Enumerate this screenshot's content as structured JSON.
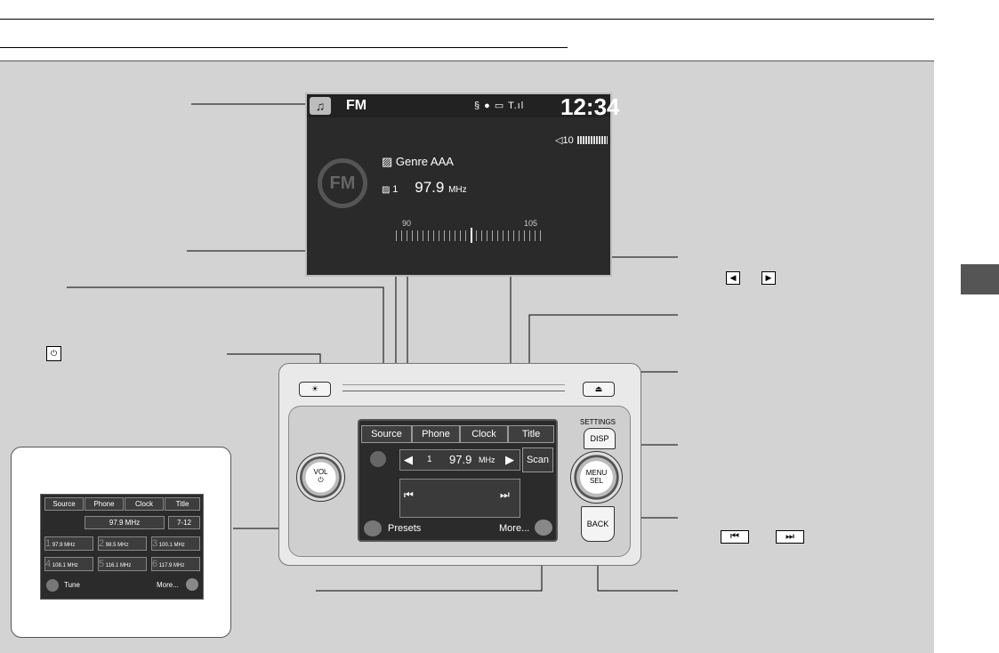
{
  "colors": {
    "panel": "#d3d3d3",
    "screen": "#2a2a2a",
    "tab_marker": "#555555"
  },
  "display": {
    "source_icon": "music-note-icon",
    "band": "FM",
    "status_icons": "§ ● ▭ T.ıl",
    "clock": "12:34",
    "volume": "10",
    "genre_icon": "genre-icon",
    "genre": "Genre AAA",
    "preset": "1",
    "frequency": "97.9",
    "frequency_unit": "MHz",
    "scale_min": "90",
    "scale_max": "105",
    "logo": "FM"
  },
  "head_unit": {
    "tabs": [
      "Source",
      "Phone",
      "Clock",
      "Title"
    ],
    "preset_number": "1",
    "frequency": "97.9",
    "frequency_unit": "MHz",
    "scan_label": "Scan",
    "presets_label": "Presets",
    "more_label": "More...",
    "settings_label": "SETTINGS",
    "disp_label": "DISP",
    "menu_label": "MENU",
    "sel_label": "SEL",
    "back_label": "BACK",
    "vol_label": "VOL",
    "power_symbol": "⏻",
    "eject_symbol": "⏏",
    "brightness_symbol": "☀"
  },
  "inset": {
    "tabs": [
      "Source",
      "Phone",
      "Clock",
      "Title"
    ],
    "tuner_text": "97.9 MHz",
    "preset_range": "7-12",
    "presets": [
      {
        "num": "1",
        "freq": "97.9 MHz"
      },
      {
        "num": "2",
        "freq": "98.5 MHz"
      },
      {
        "num": "3",
        "freq": "100.1 MHz"
      },
      {
        "num": "4",
        "freq": "108.1 MHz"
      },
      {
        "num": "5",
        "freq": "116.1 MHz"
      },
      {
        "num": "6",
        "freq": "117.9 MHz"
      }
    ],
    "tune_label": "Tune",
    "more_label": "More..."
  },
  "annotations": {
    "power_icon": "power-icon",
    "seek_arrows": [
      "◀",
      "▶"
    ],
    "skip_arrows": [
      "⏮",
      "⏭"
    ]
  }
}
